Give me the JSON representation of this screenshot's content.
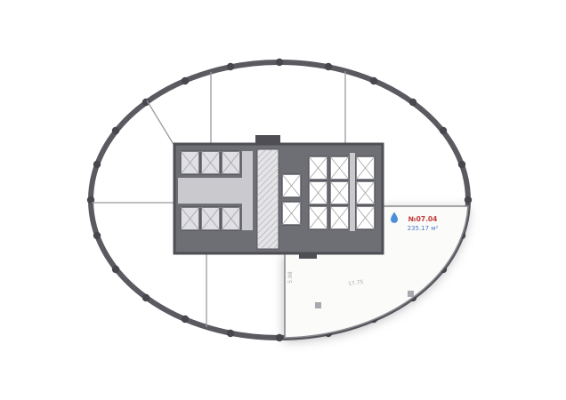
{
  "floorplan": {
    "unit": {
      "number": "№07.04",
      "area": "235.17 м²"
    },
    "dimensions": {
      "bottom_edge": "17.75",
      "left_edge": "5.98"
    },
    "colors": {
      "wall_dark": "#55555c",
      "core_fill": "#6e6e75",
      "partition_gray": "#9a9aa0",
      "unit_fill": "#fbfbf9",
      "unit_number_red": "#c23b3b",
      "unit_area_blue": "#4a7bc8",
      "droplet_blue": "#4a90d9"
    },
    "icons": {
      "wet_point": "droplet-icon"
    }
  }
}
